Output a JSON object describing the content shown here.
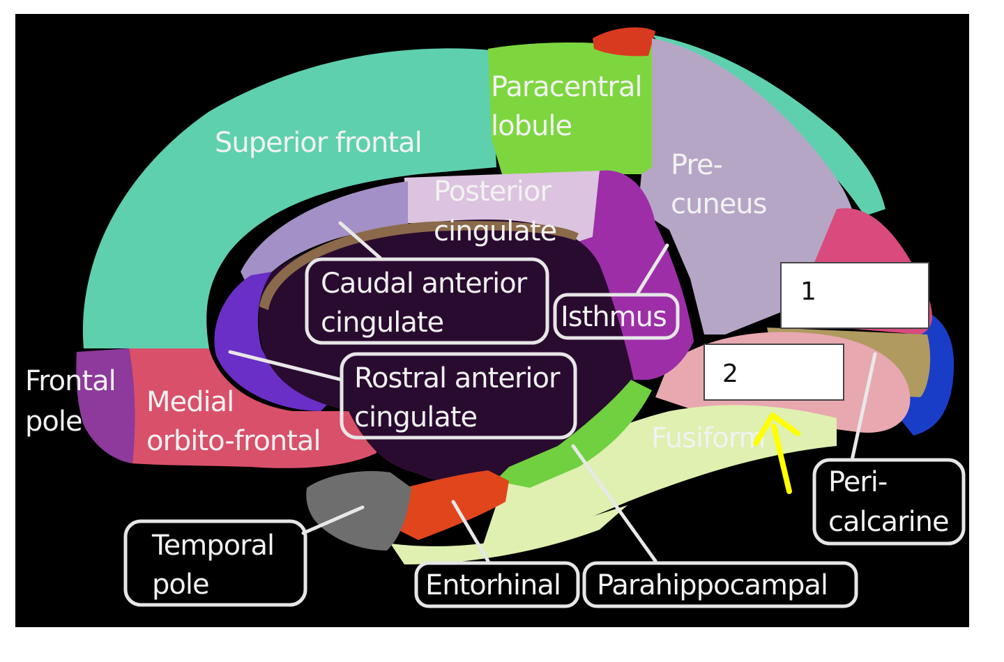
{
  "diagram": {
    "colors": {
      "background": "#000000",
      "superior_frontal": "#5fd0ad",
      "paracentral": "#7ed63f",
      "precuneus": "#b6a6c6",
      "posterior_cingulate": "#dcc3df",
      "caudal_anterior_cingulate": "#a290c6",
      "rostral_anterior_cingulate": "#6a2fc6",
      "isthmus": "#9d2ea8",
      "medial_orbitofrontal": "#d9506a",
      "frontal_pole": "#8d3a9c",
      "corpus_callosum": "#2a0b30",
      "parahippocampal": "#70d040",
      "entorhinal": "#e0451c",
      "temporal_pole": "#6e6e6e",
      "fusiform": "#dff0b0",
      "lingual": "#e8a8b0",
      "pericalcarine": "#b09a60",
      "cuneus": "#d84b7c",
      "lateral_occipital": "#1a3dc8",
      "top_red": "#d83a20",
      "arrow": "#ffff00"
    },
    "labels": {
      "superior_frontal": "Superior frontal",
      "paracentral_1": "Paracentral",
      "paracentral_2": "lobule",
      "precuneus_1": "Pre-",
      "precuneus_2": "cuneus",
      "posterior_cingulate_1": "Posterior",
      "posterior_cingulate_2": "cingulate",
      "caudal_anterior_cingulate_1": "Caudal anterior",
      "caudal_anterior_cingulate_2": "cingulate",
      "isthmus": "Isthmus",
      "rostral_anterior_cingulate_1": "Rostral anterior",
      "rostral_anterior_cingulate_2": "cingulate",
      "frontal_pole_1": "Frontal",
      "frontal_pole_2": "pole",
      "medial_orbitofrontal_1": "Medial",
      "medial_orbitofrontal_2": "orbito-frontal",
      "fusiform": "Fusiform",
      "pericalcarine_1": "Peri-",
      "pericalcarine_2": "calcarine",
      "temporal_pole_1": "Temporal",
      "temporal_pole_2": "pole",
      "entorhinal": "Entorhinal",
      "parahippocampal": "Parahippocampal"
    },
    "answer_boxes": [
      {
        "number": "1"
      },
      {
        "number": "2"
      }
    ]
  }
}
